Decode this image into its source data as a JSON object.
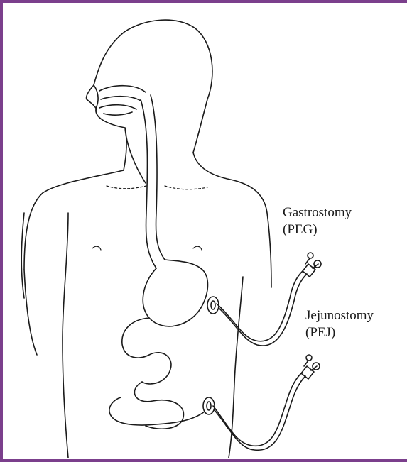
{
  "labels": {
    "gastrostomy": {
      "name": "Gastrostomy",
      "abbr": "(PEG)"
    },
    "jejunostomy": {
      "name": "Jejunostomy",
      "abbr": "(PEJ)"
    }
  },
  "colors": {
    "frame": "#7b3f8c",
    "ink": "#1a1a1a",
    "background": "#ffffff"
  }
}
